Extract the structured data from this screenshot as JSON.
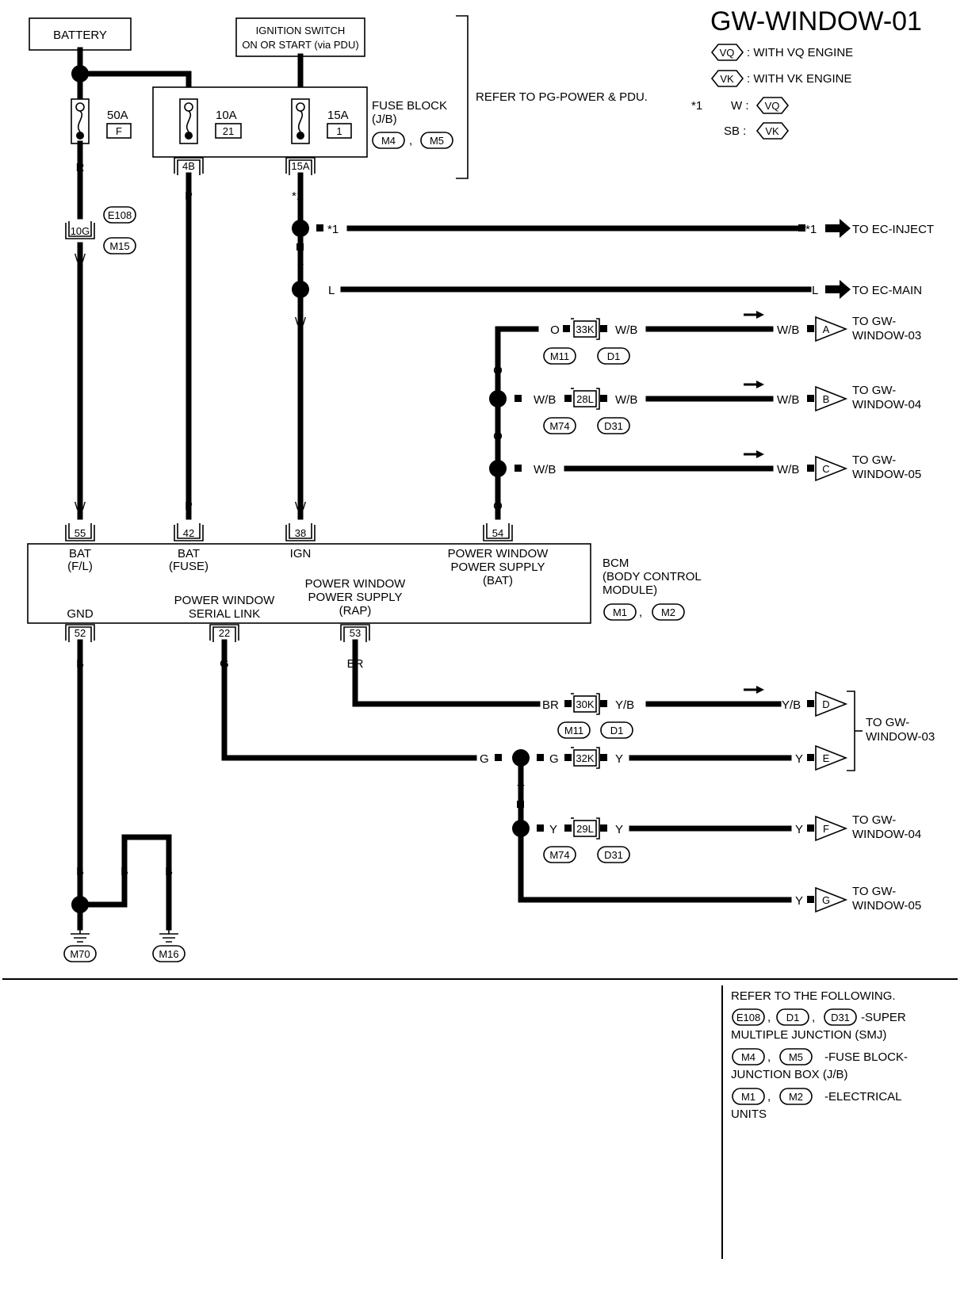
{
  "title": "GW-WINDOW-01",
  "legend": {
    "vq": {
      "tag": "VQ",
      "text": ": WITH VQ ENGINE"
    },
    "vk": {
      "tag": "VK",
      "text": ": WITH VK ENGINE"
    },
    "note_mark": "*1",
    "note_w": "W :",
    "note_sb": "SB :"
  },
  "battery": "BATTERY",
  "ignition": {
    "line1": "IGNITION SWITCH",
    "line2": "ON OR START (via PDU)"
  },
  "fuses": [
    {
      "amp": "50A",
      "id": "F"
    },
    {
      "amp": "10A",
      "id": "21"
    },
    {
      "amp": "15A",
      "id": "1"
    }
  ],
  "fuse_block": {
    "line1": "FUSE BLOCK",
    "line2": "(J/B)",
    "conn1": "M4",
    "conn2": "M5",
    "refer": "REFER TO PG-POWER & PDU."
  },
  "terminals": {
    "t4b": "4B",
    "t15a": "15A",
    "t10g": "10G"
  },
  "smj": {
    "e108": "E108",
    "m15": "M15"
  },
  "wires": {
    "r": "R",
    "p": "P",
    "w": "W",
    "l": "L",
    "o": "O",
    "wb": "W/B",
    "b": "B",
    "g": "G",
    "br": "BR",
    "y": "Y",
    "yb": "Y/B",
    "star1": "*1"
  },
  "outputs": {
    "ec_inject": "TO EC-INJECT",
    "ec_main": "TO EC-MAIN",
    "to_gw": "TO GW-",
    "win03": "WINDOW-03",
    "win04": "WINDOW-04",
    "win05": "WINDOW-05",
    "letters": [
      "A",
      "B",
      "C",
      "D",
      "E",
      "F",
      "G"
    ]
  },
  "junctions": {
    "j33k": "33K",
    "j28l": "28L",
    "j30k": "30K",
    "j32k": "32K",
    "j29l": "29L",
    "m11": "M11",
    "d1": "D1",
    "m74": "M74",
    "d31": "D31"
  },
  "bcm": {
    "pins": {
      "p55": "55",
      "p42": "42",
      "p38": "38",
      "p54": "54",
      "p52": "52",
      "p22": "22",
      "p53": "53"
    },
    "bat_fl": "BAT",
    "fl": "(F/L)",
    "bat_fuse": "BAT",
    "fuse": "(FUSE)",
    "ign": "IGN",
    "pw_bat1": "POWER WINDOW",
    "pw_bat2": "POWER SUPPLY",
    "pw_bat3": "(BAT)",
    "gnd": "GND",
    "serial1": "POWER WINDOW",
    "serial2": "SERIAL LINK",
    "rap1": "POWER WINDOW",
    "rap2": "POWER SUPPLY",
    "rap3": "(RAP)",
    "name1": "BCM",
    "name2": "(BODY CONTROL",
    "name3": "MODULE)",
    "conn1": "M1",
    "conn2": "M2"
  },
  "grounds": {
    "m70": "M70",
    "m16": "M16"
  },
  "refer": {
    "heading": "REFER TO THE FOLLOWING.",
    "smj_a": "E108",
    "smj_b": "D1",
    "smj_c": "D31",
    "smj_text1": "-SUPER",
    "smj_text2": "MULTIPLE JUNCTION (SMJ)",
    "fb_a": "M4",
    "fb_b": "M5",
    "fb_text1": "-FUSE BLOCK-",
    "fb_text2": "JUNCTION BOX (J/B)",
    "eu_a": "M1",
    "eu_b": "M2",
    "eu_text1": "-ELECTRICAL",
    "eu_text2": "UNITS",
    "comma": ","
  }
}
